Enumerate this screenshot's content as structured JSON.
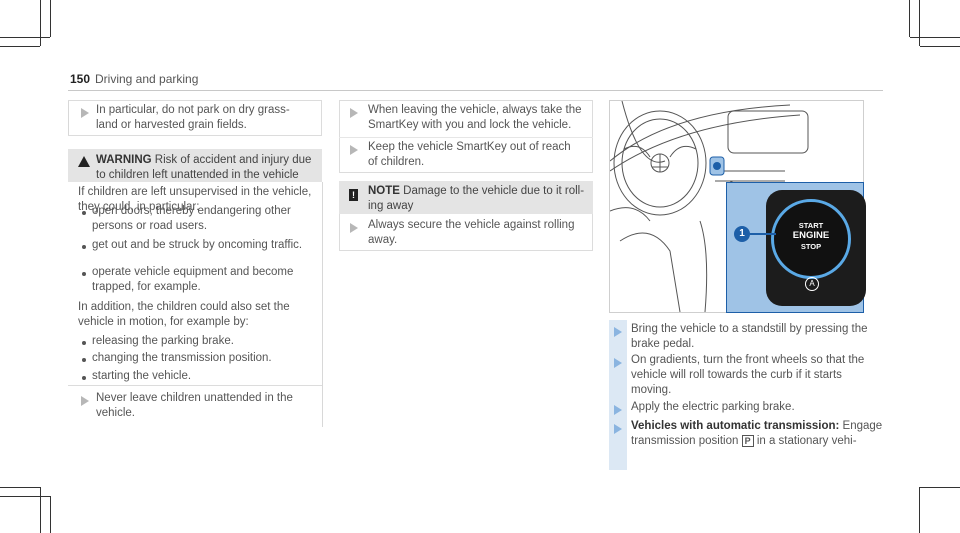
{
  "header": {
    "page_number": "150",
    "section_title": "Driving and parking"
  },
  "col1": {
    "step1": [
      "In particular, do not park on dry grass-",
      "land or harvested grain fields."
    ],
    "warning": {
      "label": "WARNING",
      "title_lines": [
        "Risk of accident and injury due",
        "to children left unattended in the vehicle"
      ],
      "intro": [
        "If children are left unsupervised in the vehicle,",
        "they could, in particular:"
      ],
      "bullets1": [
        [
          "open doors, thereby endangering other",
          "persons or road users."
        ],
        [
          "get out and be struck by oncoming traffic."
        ],
        [
          "operate vehicle equipment and become",
          "trapped, for example."
        ]
      ],
      "addition": [
        "In addition, the children could also set the",
        "vehicle in motion, for example by:"
      ],
      "bullets2": [
        [
          "releasing the parking brake."
        ],
        [
          "changing the transmission position."
        ],
        [
          "starting the vehicle."
        ]
      ],
      "step": [
        "Never leave children unattended in the",
        "vehicle."
      ]
    }
  },
  "col2": {
    "steps": [
      [
        "When leaving the vehicle, always take the",
        "SmartKey with you and lock the vehicle."
      ],
      [
        "Keep the vehicle SmartKey out of reach",
        "of children."
      ]
    ],
    "note": {
      "label": "NOTE",
      "lines": [
        "Damage to the vehicle due to it roll-",
        "ing away"
      ],
      "step": [
        "Always secure the vehicle against rolling",
        "away."
      ]
    }
  },
  "figure": {
    "callout": "1",
    "button": {
      "line1": "START",
      "line2": "ENGINE",
      "line3": "STOP"
    },
    "colors": {
      "inset_bg": "#9fc3e6",
      "callout": "#1d5fa8",
      "ring": "#5aa9e6"
    }
  },
  "col3": {
    "steps": [
      [
        "Bring the vehicle to a standstill by pressing the",
        "brake pedal."
      ],
      [
        "On gradients, turn the front wheels so that the",
        "vehicle will roll towards the curb if it starts",
        "moving."
      ],
      [
        "Apply the electric parking brake."
      ]
    ],
    "last_step": {
      "head": "Vehicles with automatic transmission:",
      "rest1": "Engage",
      "line2a": "transmission position",
      "gear": "P",
      "line2b": "in a stationary vehi-"
    }
  }
}
